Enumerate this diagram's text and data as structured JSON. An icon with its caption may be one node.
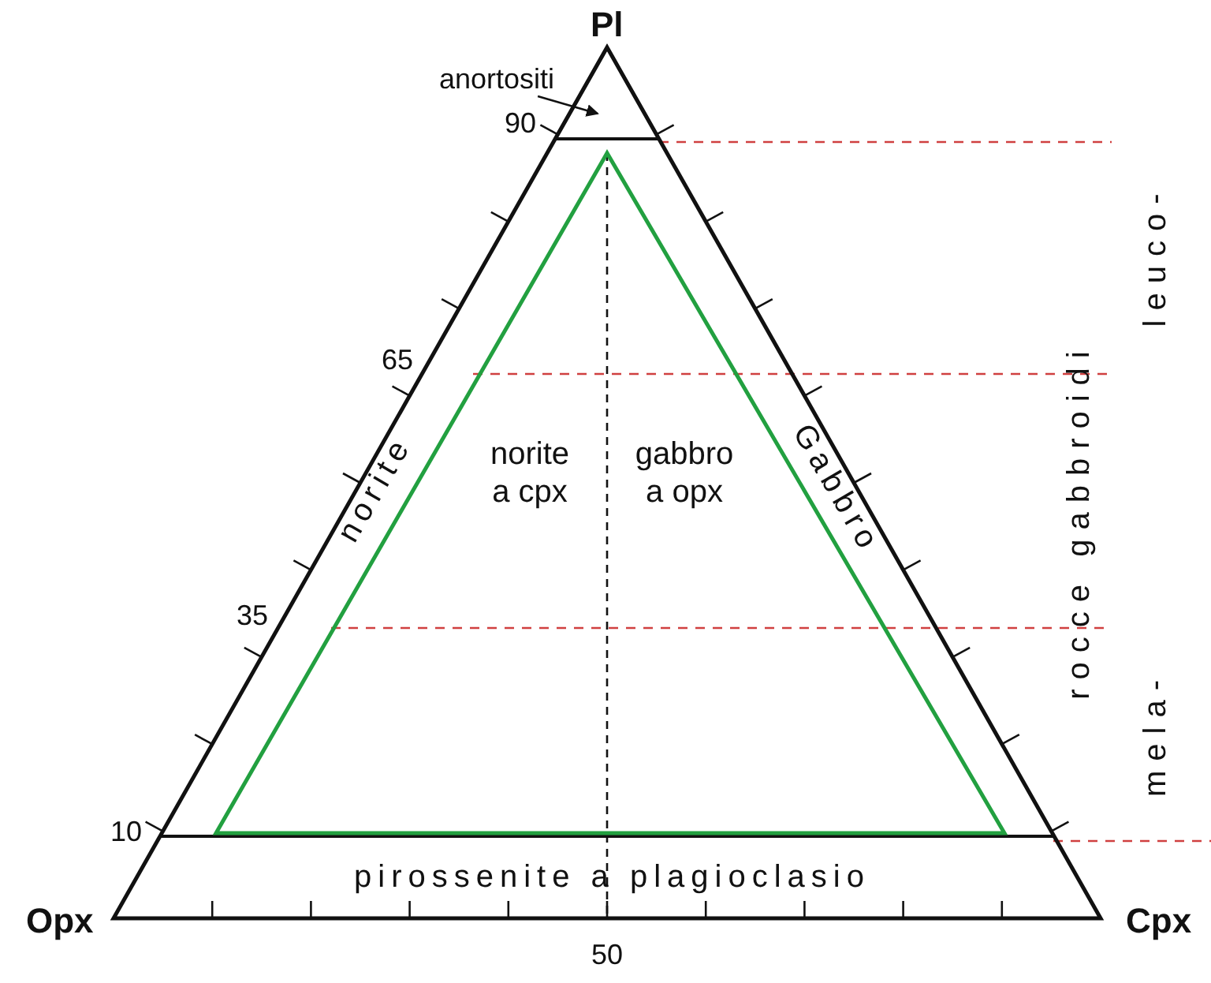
{
  "diagram": {
    "nodes": [
      {
        "text": [
          "anortositi"
        ]
      },
      {
        "text": [],
        "shape": "triangle"
      }
    ],
    "edges": [
      {
        "from": 0,
        "to": 1,
        "arrow": "to"
      }
    ],
    "labels": [
      "Pl",
      "90",
      "65",
      "norite",
      "Gabbro",
      "norite a cpx",
      "gabbro a opx",
      "35",
      "10",
      "pirossenite a plagioclasio",
      "Opx",
      "Cpx",
      "50",
      "rocce gabbroidi",
      "leuco-",
      "mela-"
    ]
  }
}
